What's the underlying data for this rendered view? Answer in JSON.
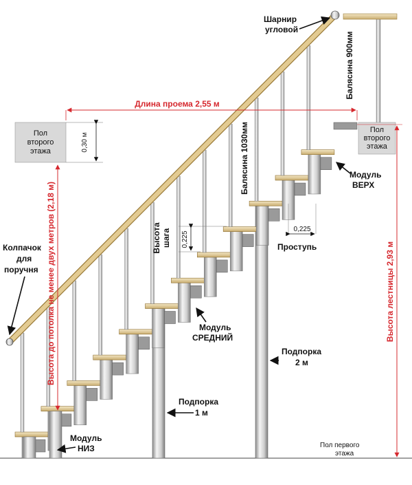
{
  "labels": {
    "hinge_line1": "Шарнир",
    "hinge_line2": "угловой",
    "opening_length": "Длина проема 2,55 м",
    "floor2_left_line1": "Пол",
    "floor2_left_line2": "второго",
    "floor2_left_line3": "этажа",
    "floor2_right_line1": "Пол",
    "floor2_right_line2": "второго",
    "floor2_right_line3": "этажа",
    "gap_030": "0,30 м",
    "ceiling_height": "Высота до потолка не менее двух метров (2,18 м)",
    "baluster_900": "Балясина 900мм",
    "baluster_1030": "Балясина 1030мм",
    "module_top_line1": "Модуль",
    "module_top_line2": "ВЕРХ",
    "step_height_line1": "Высота",
    "step_height_line2": "шага",
    "step_height_value": "0,225",
    "tread_value": "0,225",
    "tread_label": "Проступь",
    "stair_height": "Высота лестницы 2,93 м",
    "cap_line1": "Колпачок",
    "cap_line2": "для",
    "cap_line3": "поручня",
    "module_mid_line1": "Модуль",
    "module_mid_line2": "СРЕДНИЙ",
    "support2_line1": "Подпорка",
    "support2_line2": "2 м",
    "support1_line1": "Подпорка",
    "support1_line2": "1 м",
    "module_bottom_line1": "Модуль",
    "module_bottom_line2": "НИЗ",
    "floor1_line1": "Пол первого",
    "floor1_line2": "этажа"
  },
  "colors": {
    "dimension_red": "#d6282e",
    "tread_wood": "#e6d3a3",
    "metal_light": "#eaeaea",
    "metal_dark": "#8d8d8d",
    "rail_wood": "#e3cb92",
    "floor_box": "#d9d9d9"
  },
  "steps_count": 12
}
